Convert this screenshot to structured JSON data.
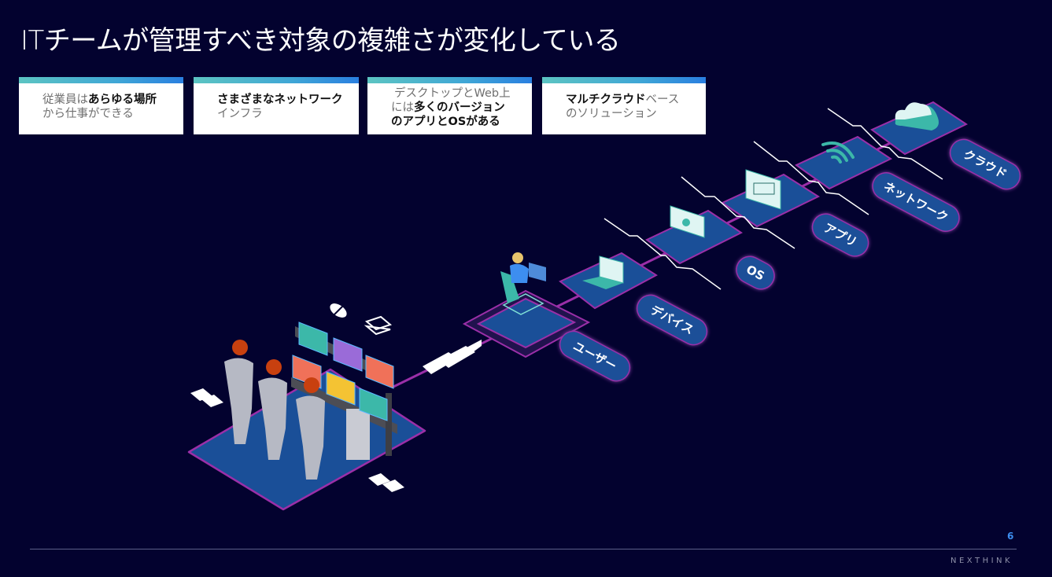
{
  "title": "ITチームが管理すべき対象の複雑さが変化している",
  "cards": [
    {
      "line1_normal": "従業員は",
      "line1_bold": "あらゆる場所",
      "line2": "から仕事ができる"
    },
    {
      "line1_bold": "さまざまなネットワーク",
      "line2": "インフラ"
    },
    {
      "line1_normal": "デスクトップとWeb上",
      "line2_normal": "には",
      "line2_bold": "多くのバージョン",
      "line3_bold": "のアプリとOSがある"
    },
    {
      "line1_bold": "マルチクラウド",
      "line1_normal": "ベース",
      "line2": "のソリューション"
    }
  ],
  "layers": [
    {
      "label": "ユーザー",
      "icon": "user-at-desk-icon"
    },
    {
      "label": "デバイス",
      "icon": "laptop-icon"
    },
    {
      "label": "OS",
      "icon": "lock-screen-icon"
    },
    {
      "label": "アプリ",
      "icon": "app-window-icon"
    },
    {
      "label": "ネットワーク",
      "icon": "wifi-icon"
    },
    {
      "label": "クラウド",
      "icon": "cloud-icon"
    }
  ],
  "colors": {
    "background": "#03022f",
    "platform": "#1a4f98",
    "border": "#9b2fa8",
    "accent_teal": "#3cb8a9",
    "page_number": "#3d8ef0"
  },
  "footer": {
    "page_number": "6",
    "brand": "NEXTHINK"
  }
}
